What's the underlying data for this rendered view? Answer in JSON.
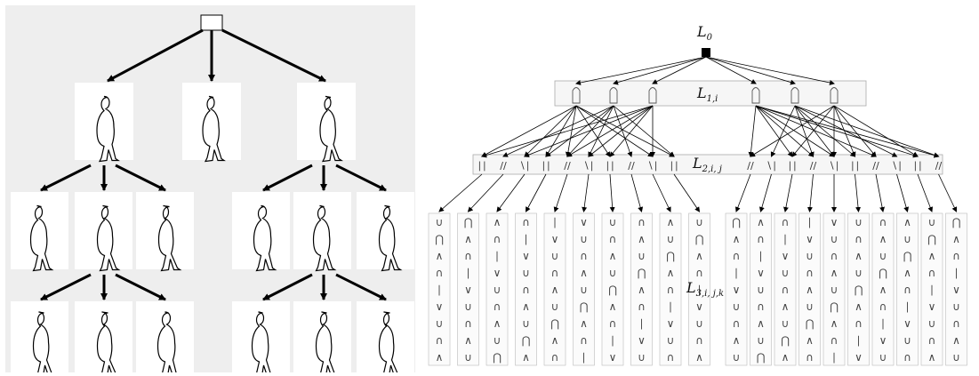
{
  "left_tree": {
    "root": {
      "glyph": "empty-box"
    },
    "level1": [
      {
        "glyph": "walker-coat"
      },
      {
        "glyph": "walker-stride"
      },
      {
        "glyph": "walker-backpack"
      }
    ],
    "level2": [
      {
        "parent": 0,
        "glyph": "walker-a"
      },
      {
        "parent": 0,
        "glyph": "walker-b"
      },
      {
        "parent": 0,
        "glyph": "walker-c"
      },
      {
        "parent": 2,
        "glyph": "walker-d"
      },
      {
        "parent": 2,
        "glyph": "walker-e"
      },
      {
        "parent": 2,
        "glyph": "walker-f"
      }
    ],
    "level3": [
      {
        "parent": 1,
        "glyph": "walker-g"
      },
      {
        "parent": 1,
        "glyph": "walker-h"
      },
      {
        "parent": 1,
        "glyph": "walker-i"
      },
      {
        "parent": 4,
        "glyph": "walker-j"
      },
      {
        "parent": 4,
        "glyph": "walker-k"
      },
      {
        "parent": 4,
        "glyph": "walker-l"
      }
    ]
  },
  "right_tree": {
    "labels": {
      "l0": {
        "base": "L",
        "sub": "0"
      },
      "l1": {
        "base": "L",
        "sub": "1,i"
      },
      "l2": {
        "base": "L",
        "sub": "2,i, j"
      },
      "l3": {
        "base": "L",
        "sub": "3,i, j,k"
      }
    },
    "level1_count": 6,
    "level2_count": 20,
    "level3_columns": 20,
    "level3_rows": 9,
    "root_color": "#000000"
  }
}
